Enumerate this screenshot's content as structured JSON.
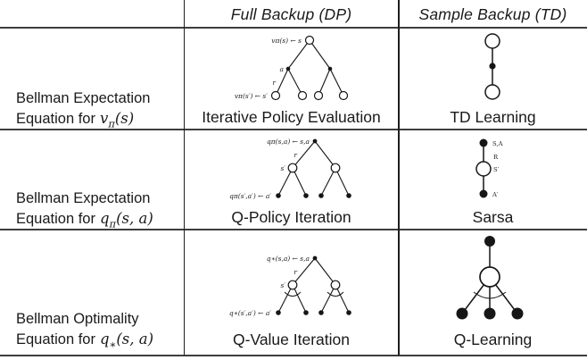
{
  "table": {
    "headers": {
      "col2": "Full Backup (DP)",
      "col3": "Sample Backup (TD)"
    },
    "rows": [
      {
        "label_line1": "Bellman Expectation",
        "label_prefix": "Equation for",
        "math": {
          "base": "v",
          "sub": "π",
          "args": "(s)"
        },
        "dp_caption": "Iterative Policy Evaluation",
        "td_caption": "TD Learning"
      },
      {
        "label_line1": "Bellman Expectation",
        "label_prefix": "Equation for",
        "math": {
          "base": "q",
          "sub": "π",
          "args": "(s, a)"
        },
        "dp_caption": "Q-Policy Iteration",
        "td_caption": "Sarsa"
      },
      {
        "label_line1": "Bellman Optimality",
        "label_prefix": "Equation for",
        "math": {
          "base": "q",
          "sub": "∗",
          "args": "(s, a)"
        },
        "dp_caption": "Q-Value Iteration",
        "td_caption": "Q-Learning"
      }
    ]
  },
  "diagrams": {
    "v_tree": {
      "root_label": "vπ(s) ← s",
      "action_label": "a",
      "reward_label": "r",
      "leaf_label": "vπ(s′) ← s′"
    },
    "q_tree": {
      "root_label": "qπ(s,a) ← s,a",
      "reward_label": "r",
      "state_label": "s′",
      "leaf_label": "qπ(s′,a′) ← a′"
    },
    "sarsa": {
      "top_label": "S,A",
      "reward_label": "R",
      "state_label": "S′",
      "action_label": "A′"
    },
    "qstar_tree": {
      "root_label": "q∗(s,a) ← s,a",
      "reward_label": "r",
      "state_label": "s′",
      "leaf_label": "q∗(s′,a′) ← a′"
    }
  },
  "colors": {
    "ink": "#1a1a1a",
    "rule": "#3d3d3d",
    "background": "#ffffff"
  }
}
